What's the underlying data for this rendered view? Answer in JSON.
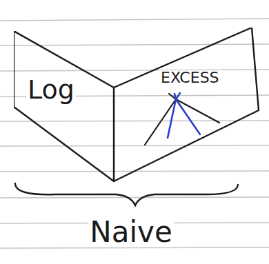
{
  "diagram": {
    "nodes": [
      {
        "text": [
          "Log"
        ]
      },
      {
        "text": [
          "EXCESS"
        ]
      }
    ],
    "labels": [
      "Naive"
    ]
  }
}
